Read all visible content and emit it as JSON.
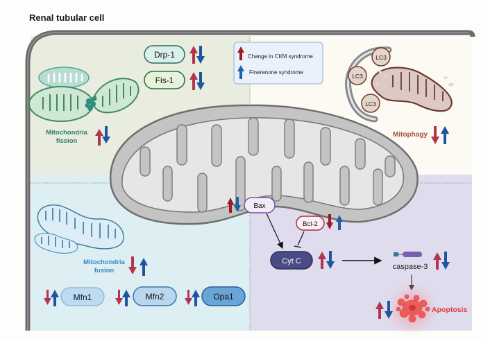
{
  "title": "Renal tubular cell",
  "legend": {
    "items": [
      {
        "label": "Change in CKM syndrome",
        "color": "#9b1c22"
      },
      {
        "label": "Finerenone syndrome",
        "color": "#1f5fa8"
      }
    ]
  },
  "colors": {
    "ckm_arrow": "#b3344f",
    "finerenone_arrow": "#1f54a0",
    "fission_bg": "#e8eddf",
    "mitophagy_bg": "#fcfaf2",
    "fusion_bg": "#ddeff3",
    "apoptosis_bg": "#dfdcee",
    "fission_label": "#2e7d6e",
    "fusion_label": "#3a86c8",
    "mitophagy_label": "#a0523d",
    "apoptosis_label": "#e23a3a"
  },
  "fission": {
    "label_line1": "Mitochondria",
    "label_line2": "fission",
    "ckm": "up",
    "finerenone": "down",
    "proteins": [
      {
        "name": "Drp-1",
        "ckm": "up",
        "finerenone": "down"
      },
      {
        "name": "Fis-1",
        "ckm": "up",
        "finerenone": "down"
      }
    ]
  },
  "mitophagy": {
    "label": "Mitophagy",
    "ckm": "down",
    "finerenone": "up",
    "lc3_labels": [
      "LC3",
      "LC3",
      "LC3"
    ]
  },
  "fusion": {
    "label_line1": "Mitochondria",
    "label_line2": "fusion",
    "ckm": "down",
    "finerenone": "up",
    "proteins": [
      {
        "name": "Mfn1",
        "ckm": "down",
        "finerenone": "up"
      },
      {
        "name": "Mfn2",
        "ckm": "down",
        "finerenone": "up"
      },
      {
        "name": "Opa1",
        "ckm": "down",
        "finerenone": "up"
      }
    ]
  },
  "apoptosis": {
    "bax": {
      "name": "Bax",
      "ckm": "up",
      "finerenone": "down"
    },
    "bcl2": {
      "name": "Bcl-2",
      "ckm": "down",
      "finerenone": "up"
    },
    "cytc": {
      "name": "Cyt C",
      "ckm": "up",
      "finerenone": "down"
    },
    "caspase": {
      "name": "caspase-3",
      "ckm": "up",
      "finerenone": "down"
    },
    "label": "Apoptosis",
    "ckm": "up",
    "finerenone": "down"
  }
}
